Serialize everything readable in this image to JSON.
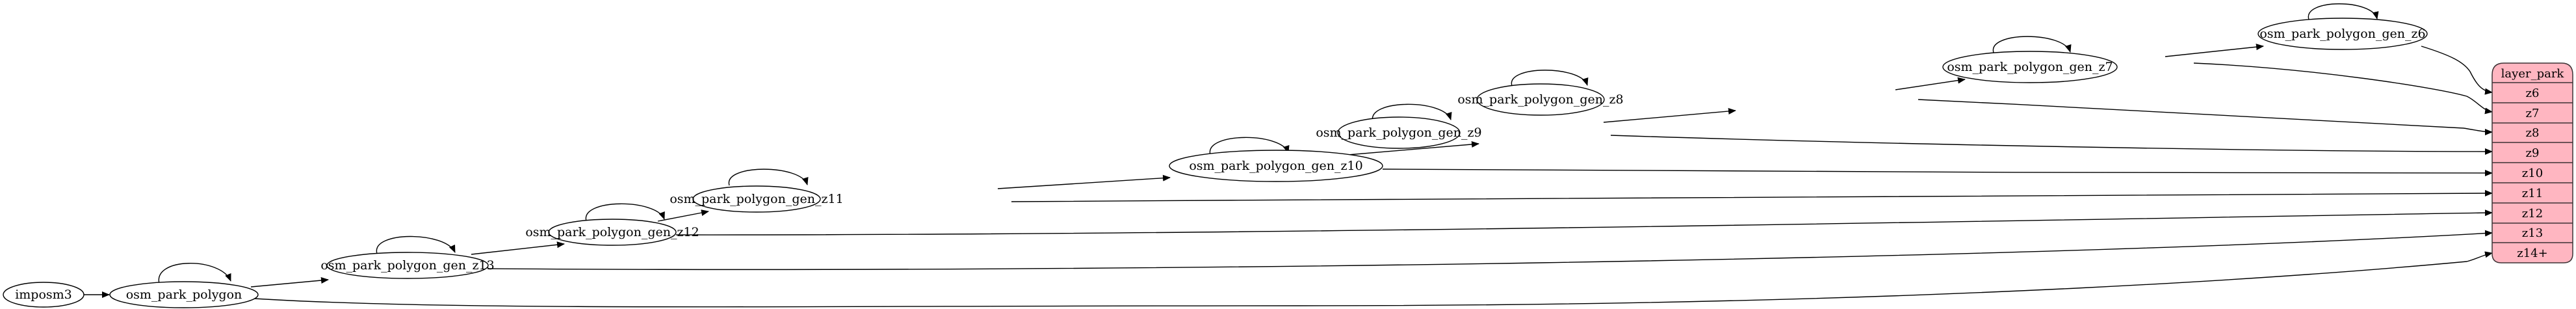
{
  "diagram": {
    "type": "graphviz-dataflow",
    "direction": "left-to-right",
    "colors": {
      "node_fill": "#ffffff",
      "node_stroke": "#000000",
      "table_fill": "#ffb6c1",
      "table_stroke": "#3d3235",
      "edge": "#000000"
    },
    "nodes": [
      {
        "id": "imposm3",
        "label": "imposm3",
        "self_loop": false
      },
      {
        "id": "osm_park_polygon",
        "label": "osm_park_polygon",
        "self_loop": true
      },
      {
        "id": "osm_park_polygon_gen_z13",
        "label": "osm_park_polygon_gen_z13",
        "self_loop": true
      },
      {
        "id": "osm_park_polygon_gen_z12",
        "label": "osm_park_polygon_gen_z12",
        "self_loop": true
      },
      {
        "id": "osm_park_polygon_gen_z11",
        "label": "osm_park_polygon_gen_z11",
        "self_loop": true
      },
      {
        "id": "osm_park_polygon_gen_z10",
        "label": "osm_park_polygon_gen_z10",
        "self_loop": true
      },
      {
        "id": "osm_park_polygon_gen_z9",
        "label": "osm_park_polygon_gen_z9",
        "self_loop": true
      },
      {
        "id": "osm_park_polygon_gen_z8",
        "label": "osm_park_polygon_gen_z8",
        "self_loop": true
      },
      {
        "id": "osm_park_polygon_gen_z7",
        "label": "osm_park_polygon_gen_z7",
        "self_loop": true
      },
      {
        "id": "osm_park_polygon_gen_z6",
        "label": "osm_park_polygon_gen_z6",
        "self_loop": true
      }
    ],
    "table": {
      "id": "layer_park",
      "title": "layer_park",
      "rows": [
        "z6",
        "z7",
        "z8",
        "z9",
        "z10",
        "z11",
        "z12",
        "z13",
        "z14+"
      ]
    },
    "edges": [
      {
        "from": "imposm3",
        "to": "osm_park_polygon"
      },
      {
        "from": "osm_park_polygon",
        "to": "osm_park_polygon_gen_z13"
      },
      {
        "from": "osm_park_polygon_gen_z13",
        "to": "osm_park_polygon_gen_z12"
      },
      {
        "from": "osm_park_polygon_gen_z12",
        "to": "osm_park_polygon_gen_z11"
      },
      {
        "from": "osm_park_polygon_gen_z11",
        "to": "osm_park_polygon_gen_z10"
      },
      {
        "from": "osm_park_polygon_gen_z10",
        "to": "osm_park_polygon_gen_z9"
      },
      {
        "from": "osm_park_polygon_gen_z9",
        "to": "osm_park_polygon_gen_z8"
      },
      {
        "from": "osm_park_polygon_gen_z8",
        "to": "osm_park_polygon_gen_z7"
      },
      {
        "from": "osm_park_polygon_gen_z7",
        "to": "osm_park_polygon_gen_z6"
      },
      {
        "from": "osm_park_polygon_gen_z6",
        "to": "layer_park:z6"
      },
      {
        "from": "osm_park_polygon_gen_z7",
        "to": "layer_park:z7"
      },
      {
        "from": "osm_park_polygon_gen_z8",
        "to": "layer_park:z8"
      },
      {
        "from": "osm_park_polygon_gen_z9",
        "to": "layer_park:z9"
      },
      {
        "from": "osm_park_polygon_gen_z10",
        "to": "layer_park:z10"
      },
      {
        "from": "osm_park_polygon_gen_z11",
        "to": "layer_park:z11"
      },
      {
        "from": "osm_park_polygon_gen_z12",
        "to": "layer_park:z12"
      },
      {
        "from": "osm_park_polygon_gen_z13",
        "to": "layer_park:z13"
      },
      {
        "from": "osm_park_polygon",
        "to": "layer_park:z14+"
      }
    ]
  }
}
